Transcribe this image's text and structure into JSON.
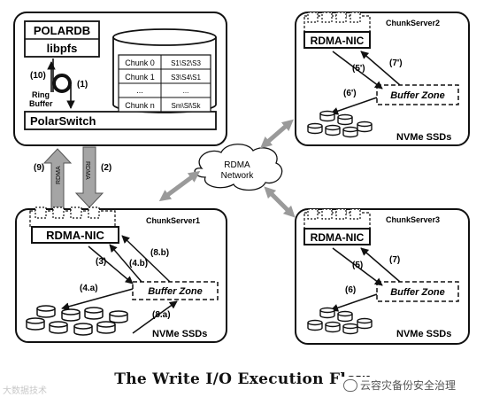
{
  "top_node": {
    "db_label": "POLARDB",
    "fs_label": "libpfs",
    "ring_label_1": "Ring",
    "ring_label_2": "Buffer",
    "switch_label": "PolarSwitch",
    "step_out": "(1)",
    "step_in": "(10)"
  },
  "chunk_table": {
    "rows": [
      {
        "chunk": "Chunk 0",
        "servers": "S1\\S2\\S3"
      },
      {
        "chunk": "Chunk 1",
        "servers": "S3\\S4\\S1"
      },
      {
        "chunk": "...",
        "servers": "..."
      },
      {
        "chunk": "Chunk n",
        "servers": "Sm\\Sl\\Sk"
      }
    ]
  },
  "links": {
    "rdma_text": "RDMA",
    "down_step": "(2)",
    "up_step": "(9)"
  },
  "network": {
    "line1": "RDMA",
    "line2": "Network"
  },
  "servers": {
    "cs1": {
      "name": "ChunkServer1",
      "nic": "RDMA-NIC",
      "buffer": "Buffer Zone",
      "ssd": "NVMe SSDs",
      "s3": "(3)",
      "s4b": "(4.b)",
      "s8b": "(8.b)",
      "s4a": "(4.a)",
      "s8a": "(8.a)"
    },
    "cs2": {
      "name": "ChunkServer2",
      "nic": "RDMA-NIC",
      "buffer": "Buffer Zone",
      "ssd": "NVMe SSDs",
      "s5": "(5')",
      "s7": "(7')",
      "s6": "(6')"
    },
    "cs3": {
      "name": "ChunkServer3",
      "nic": "RDMA-NIC",
      "buffer": "Buffer Zone",
      "ssd": "NVMe SSDs",
      "s5": "(5)",
      "s7": "(7)",
      "s6": "(6)"
    }
  },
  "caption": "The Write I/O Execution Flow",
  "watermark": {
    "left": "大数据技术",
    "right": "云容灾备份安全治理"
  }
}
